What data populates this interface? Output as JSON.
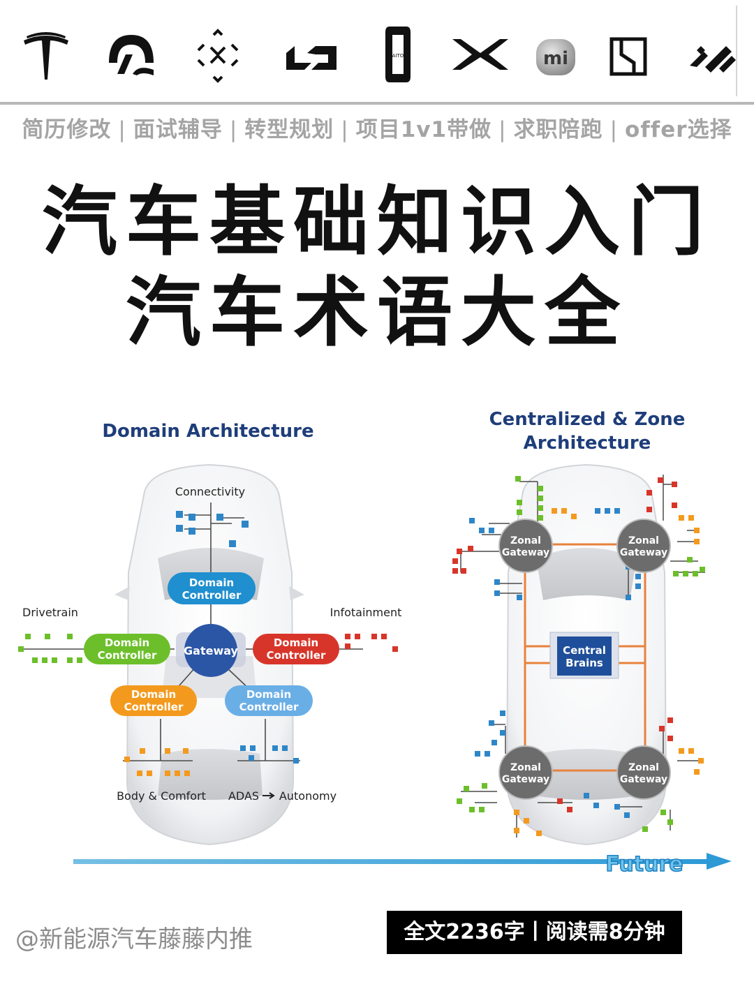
{
  "logos": [
    "tesla-logo",
    "nio-logo",
    "faraday-future-logo",
    "li-auto-logo",
    "aito-logo",
    "xpeng-logo",
    "xiaomi-logo",
    "zeekr-logo",
    "neta-logo"
  ],
  "logo_texts": {
    "aito": "AITO",
    "xiaomi": "mi"
  },
  "services": [
    "简历修改",
    "面试辅导",
    "转型规划",
    "项目1v1带做",
    "求职陪跑",
    "offer选择"
  ],
  "service_separator": "|",
  "title_line1": "汽车基础知识入门",
  "title_line2": "汽车术语大全",
  "diagram": {
    "left_title": "Domain Architecture",
    "right_title_line1": "Centralized & Zone",
    "right_title_line2": "Architecture",
    "labels": {
      "connectivity": "Connectivity",
      "drivetrain": "Drivetrain",
      "infotainment": "Infotainment",
      "body_comfort": "Body & Comfort",
      "adas": "ADAS",
      "autonomy": "Autonomy"
    },
    "domain_controller_line1": "Domain",
    "domain_controller_line2": "Controller",
    "gateway": "Gateway",
    "zonal_line1": "Zonal",
    "zonal_line2": "Gateway",
    "central_line1": "Central",
    "central_line2": "Brains",
    "future": "Future"
  },
  "footer": {
    "handle": "@新能源汽车藤藤内推",
    "read_info": "全文2236字丨阅读需8分钟"
  },
  "colors": {
    "blue_controller": "#1f8fcf",
    "green_controller": "#6cbf2a",
    "red_controller": "#d8352a",
    "orange_controller": "#f39a1e",
    "light_blue_controller": "#6aaee6",
    "gateway": "#2b56a6",
    "central_brain": "#1f4f9a",
    "zonal": "#6c6c6c",
    "harness": "#e8823c",
    "future_arrow": "#3aa3d8",
    "title_blue": "#1e3d7a"
  }
}
